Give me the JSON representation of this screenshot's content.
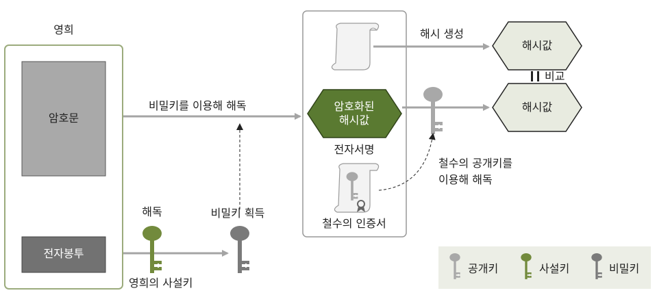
{
  "person": "영희",
  "ciphertext": "암호문",
  "envelope": "전자봉투",
  "decrypt_secret": "비밀키를 이용해 해독",
  "decrypt": "해독",
  "get_secret": "비밀키 획득",
  "private_key_owner": "영희의 사설키",
  "hash_gen": "해시 생성",
  "hash1": "해시값",
  "compare": "비교",
  "hash2": "해시값",
  "enc_hash_line1": "암호화된",
  "enc_hash_line2": "해시값",
  "signature": "전자서명",
  "certificate": "철수의 인증서",
  "pubkey_line1": "철수의 공개키를",
  "pubkey_line2": "이용해 해독",
  "legend": {
    "public": "공개키",
    "private": "사설키",
    "secret": "비밀키"
  },
  "colors": {
    "frame_green": "#9bab7c",
    "olive_key": "#728a3c",
    "dark_key": "#7a7a7a",
    "light_key": "#a8a8a8",
    "doc_box": "#a9a9a9",
    "envelope_box": "#727272",
    "hex_fill": "#e8ebe0",
    "enc_hex_fill": "#5a7a31",
    "arrow_gray": "#a4a4a4",
    "legend_bg": "#eceee6"
  }
}
